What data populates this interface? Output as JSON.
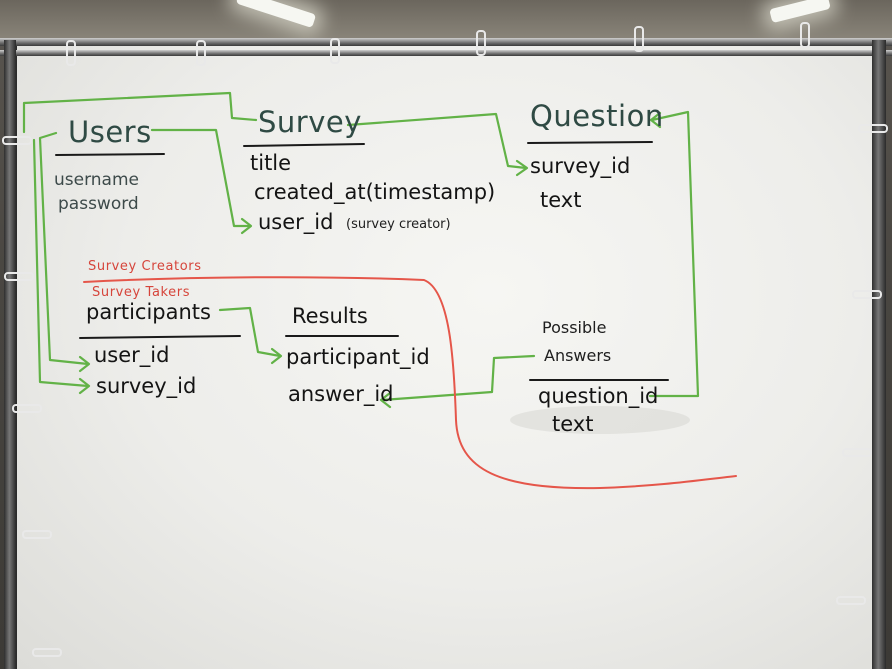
{
  "whiteboard": {
    "users": {
      "title": "Users",
      "fields": [
        "username",
        "password"
      ]
    },
    "survey": {
      "title": "Survey",
      "fields": [
        "title",
        "created_at(timestamp)",
        "user_id"
      ],
      "user_id_note": "(survey creator)"
    },
    "question": {
      "title": "Question",
      "fields": [
        "survey_id",
        "text"
      ]
    },
    "roles": {
      "creators": "Survey Creators",
      "takers": "Survey Takers"
    },
    "participants": {
      "title": "participants",
      "fields": [
        "user_id",
        "survey_id"
      ]
    },
    "results": {
      "title": "Results",
      "fields": [
        "participant_id",
        "answer_id"
      ]
    },
    "possible_answers": {
      "title_line1": "Possible",
      "title_line2": "Answers",
      "fields": [
        "question_id",
        "text"
      ]
    },
    "colors": {
      "ink_black": "#141414",
      "ink_green": "#5fb043",
      "ink_red": "#e5564a",
      "board_white": "#f2f2ef"
    }
  }
}
